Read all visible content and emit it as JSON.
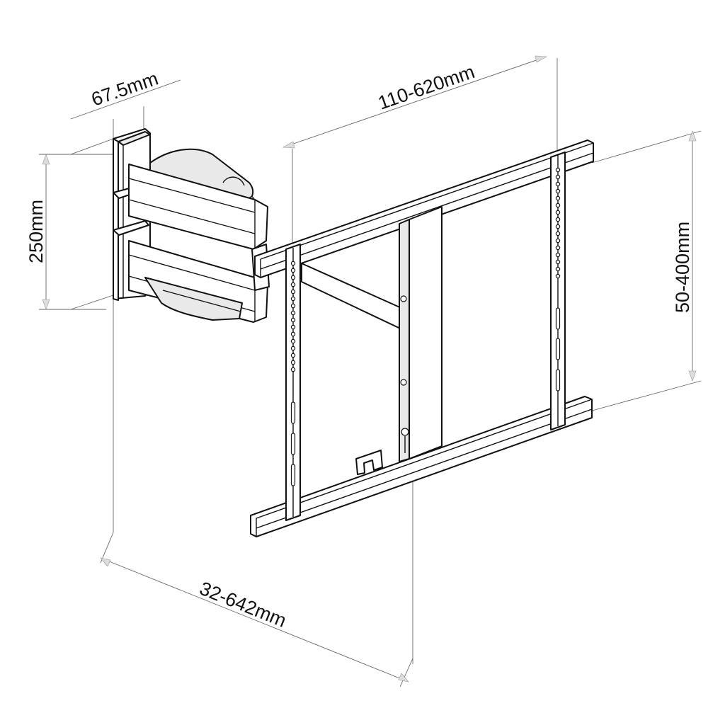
{
  "dimensions": {
    "depth": "67.5mm",
    "height": "250mm",
    "horizontal": "110-620mm",
    "vertical": "50-400mm",
    "extension": "32-642mm"
  }
}
